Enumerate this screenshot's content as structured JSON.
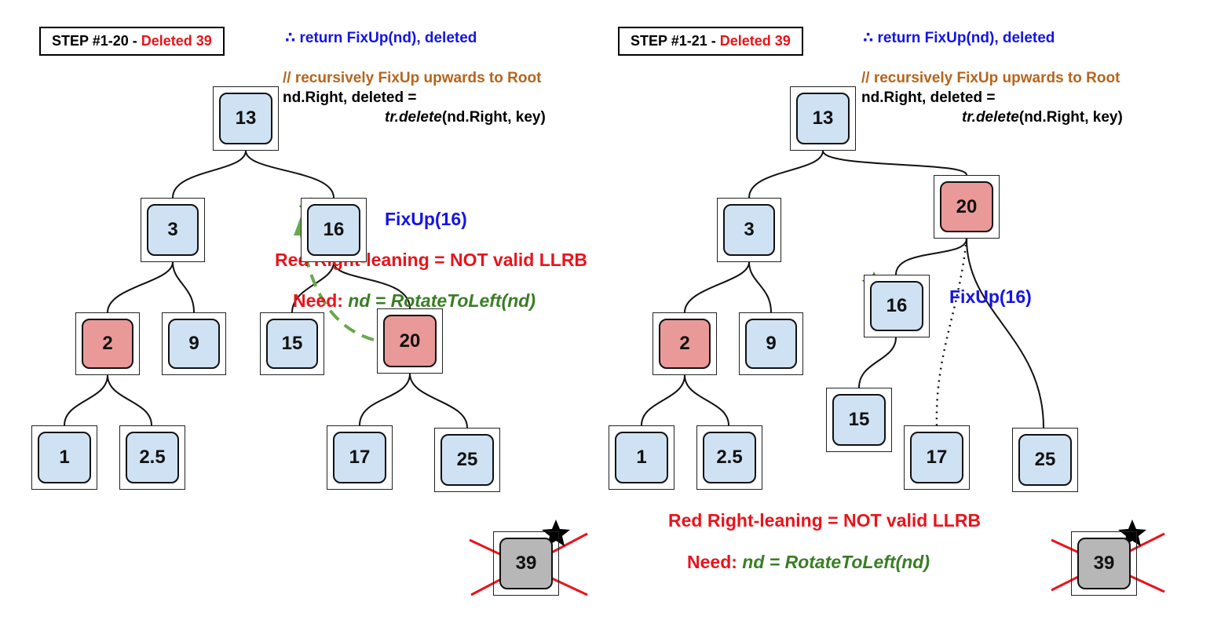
{
  "panels": [
    {
      "step_label": "STEP #1-20 - ",
      "step_deleted": "Deleted 39",
      "return_text": "∴ return FixUp(nd), deleted",
      "comment": "// recursively FixUp upwards to Root",
      "code_line1": "nd.Right, deleted =",
      "code_call_fn": "tr.delete",
      "code_call_args": "(nd.Right, key)",
      "fixup_label": "FixUp(16)",
      "warning": "Red Right-leaning = NOT valid LLRB",
      "need_label": "Need: ",
      "need_expr": "nd = RotateToLeft(nd)",
      "nodes": [
        {
          "key": "13",
          "color": "black"
        },
        {
          "key": "3",
          "color": "black"
        },
        {
          "key": "16",
          "color": "black"
        },
        {
          "key": "2",
          "color": "red"
        },
        {
          "key": "9",
          "color": "black"
        },
        {
          "key": "15",
          "color": "black"
        },
        {
          "key": "20",
          "color": "red"
        },
        {
          "key": "1",
          "color": "black"
        },
        {
          "key": "2.5",
          "color": "black"
        },
        {
          "key": "17",
          "color": "black"
        },
        {
          "key": "25",
          "color": "black"
        },
        {
          "key": "39",
          "color": "grey"
        }
      ]
    },
    {
      "step_label": "STEP #1-21 - ",
      "step_deleted": "Deleted 39",
      "return_text": "∴ return FixUp(nd), deleted",
      "comment": "// recursively FixUp upwards to Root",
      "code_line1": "nd.Right, deleted =",
      "code_call_fn": "tr.delete",
      "code_call_args": "(nd.Right, key)",
      "fixup_label": "FixUp(16)",
      "warning": "Red Right-leaning = NOT valid LLRB",
      "need_label": "Need: ",
      "need_expr": "nd = RotateToLeft(nd)",
      "nodes": [
        {
          "key": "13",
          "color": "black"
        },
        {
          "key": "3",
          "color": "black"
        },
        {
          "key": "20",
          "color": "red"
        },
        {
          "key": "2",
          "color": "red"
        },
        {
          "key": "9",
          "color": "black"
        },
        {
          "key": "16",
          "color": "black"
        },
        {
          "key": "1",
          "color": "black"
        },
        {
          "key": "2.5",
          "color": "black"
        },
        {
          "key": "15",
          "color": "black"
        },
        {
          "key": "17",
          "color": "black"
        },
        {
          "key": "25",
          "color": "black"
        },
        {
          "key": "39",
          "color": "grey"
        }
      ]
    }
  ],
  "colors": {
    "black_node_fill": "#cfe2f3",
    "red_node_fill": "#ea9999",
    "deleted_node_fill": "#b7b7b7",
    "highlight_text": "#e8141b",
    "code_blue": "#1414e6",
    "comment_orange": "#b5651d",
    "rotate_green": "#3a7d25",
    "star_green": "#3a7d25",
    "star_black": "#000000",
    "cross_red": "#e8141b"
  },
  "icons": [
    "star-icon",
    "cross-out-mark",
    "curved-arrow"
  ]
}
